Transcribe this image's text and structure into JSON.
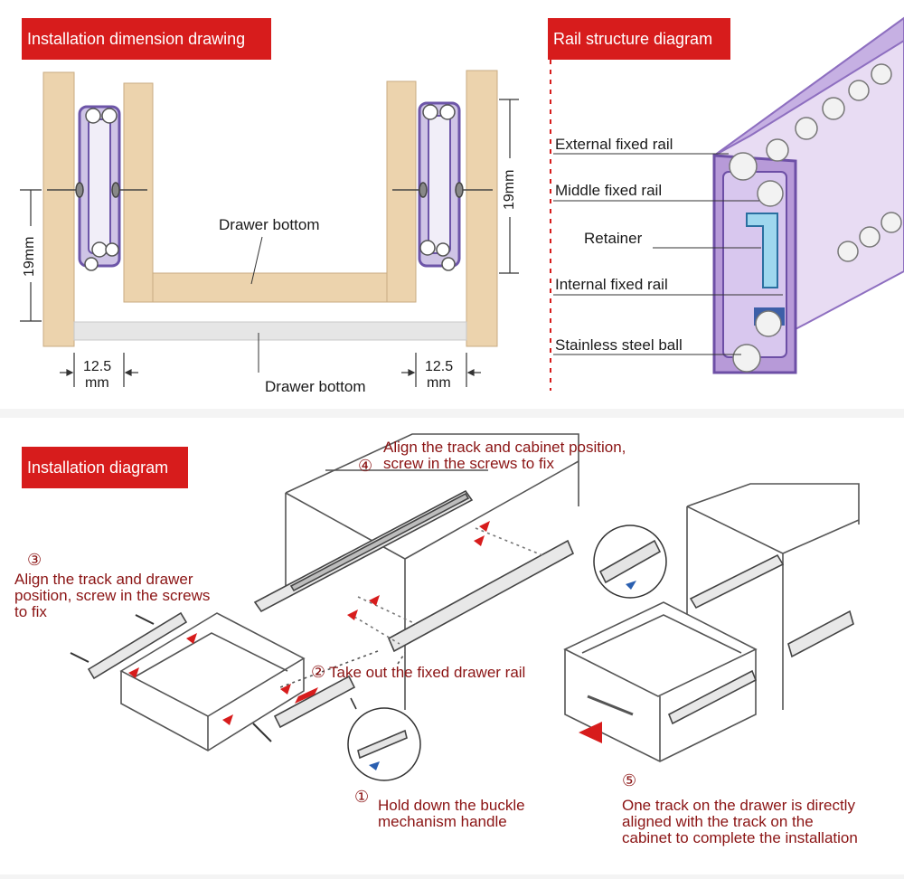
{
  "sections": {
    "dimension_title": "Installation dimension drawing",
    "structure_title": "Rail structure diagram",
    "installation_title": "Installation diagram"
  },
  "dimension": {
    "drawer_bottom_inner": "Drawer bottom",
    "drawer_bottom_outer": "Drawer bottom",
    "height_left": "19mm",
    "height_right": "19mm",
    "gap_left_value": "12.5",
    "gap_left_unit": "mm",
    "gap_right_value": "12.5",
    "gap_right_unit": "mm"
  },
  "rail_parts": [
    "External fixed rail",
    "Middle fixed rail",
    "Retainer",
    "Internal fixed rail",
    "Stainless steel ball"
  ],
  "steps": {
    "step1": {
      "num": "①",
      "line1": "Hold down the buckle",
      "line2": "mechanism handle"
    },
    "step2": {
      "num": "②",
      "text": "Take out the fixed drawer rail"
    },
    "step3": {
      "num": "③",
      "line1": "Align the track and drawer",
      "line2": "position, screw in the screws",
      "line3": "to fix"
    },
    "step4": {
      "num": "④",
      "line1": "Align the track and cabinet position,",
      "line2": "screw in the screws to fix"
    },
    "step5": {
      "num": "⑤",
      "line1": "One track on the drawer is directly",
      "line2": "aligned with the track on the",
      "line3": "cabinet to complete the installation"
    }
  },
  "colors": {
    "accent_red": "#d71c1c",
    "wood": "#ecd3ad",
    "rail_purple": "#8e6fc0",
    "step_text": "#8b1414"
  }
}
